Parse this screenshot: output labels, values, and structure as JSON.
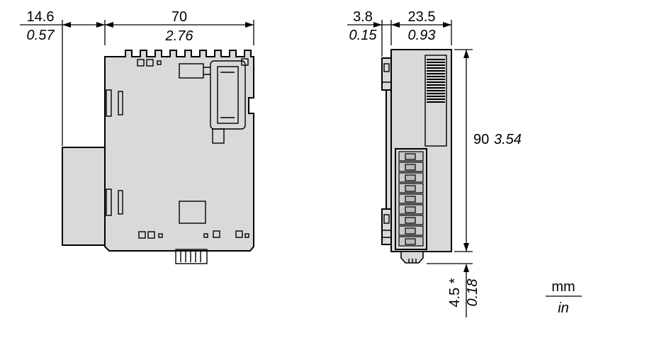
{
  "units_legend": {
    "mm": "mm",
    "in": "in"
  },
  "side_view": {
    "dims": {
      "clip_depth": {
        "mm": "14.6",
        "in": "0.57"
      },
      "width": {
        "mm": "70",
        "in": "2.76"
      }
    }
  },
  "front_view": {
    "dims": {
      "hook_depth": {
        "mm": "3.8",
        "in": "0.15"
      },
      "width": {
        "mm": "23.5",
        "in": "0.93"
      },
      "height": {
        "mm": "90",
        "in": "3.54"
      },
      "clip_extension": {
        "mm": "4.5 *",
        "in": "0.18"
      }
    }
  }
}
